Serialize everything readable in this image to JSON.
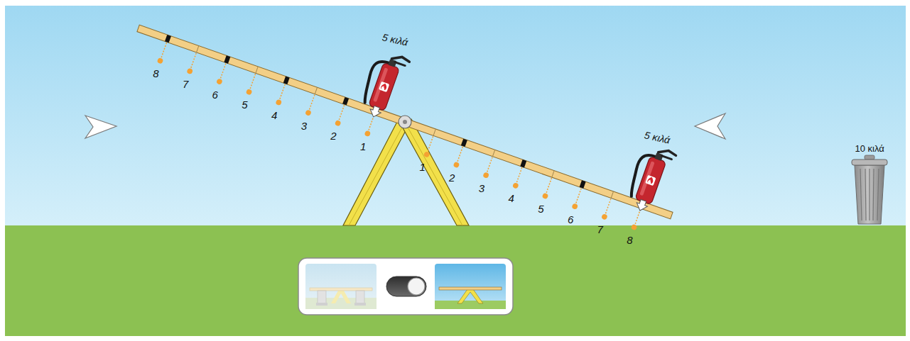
{
  "diagram": {
    "labels": [
      "8",
      "7",
      "6",
      "5",
      "4",
      "3",
      "2",
      "1",
      "1",
      "2",
      "3",
      "4",
      "5",
      "6",
      "7",
      "8",
      "5 κιλά",
      "5 κιλά",
      "10 κιλά"
    ]
  }
}
